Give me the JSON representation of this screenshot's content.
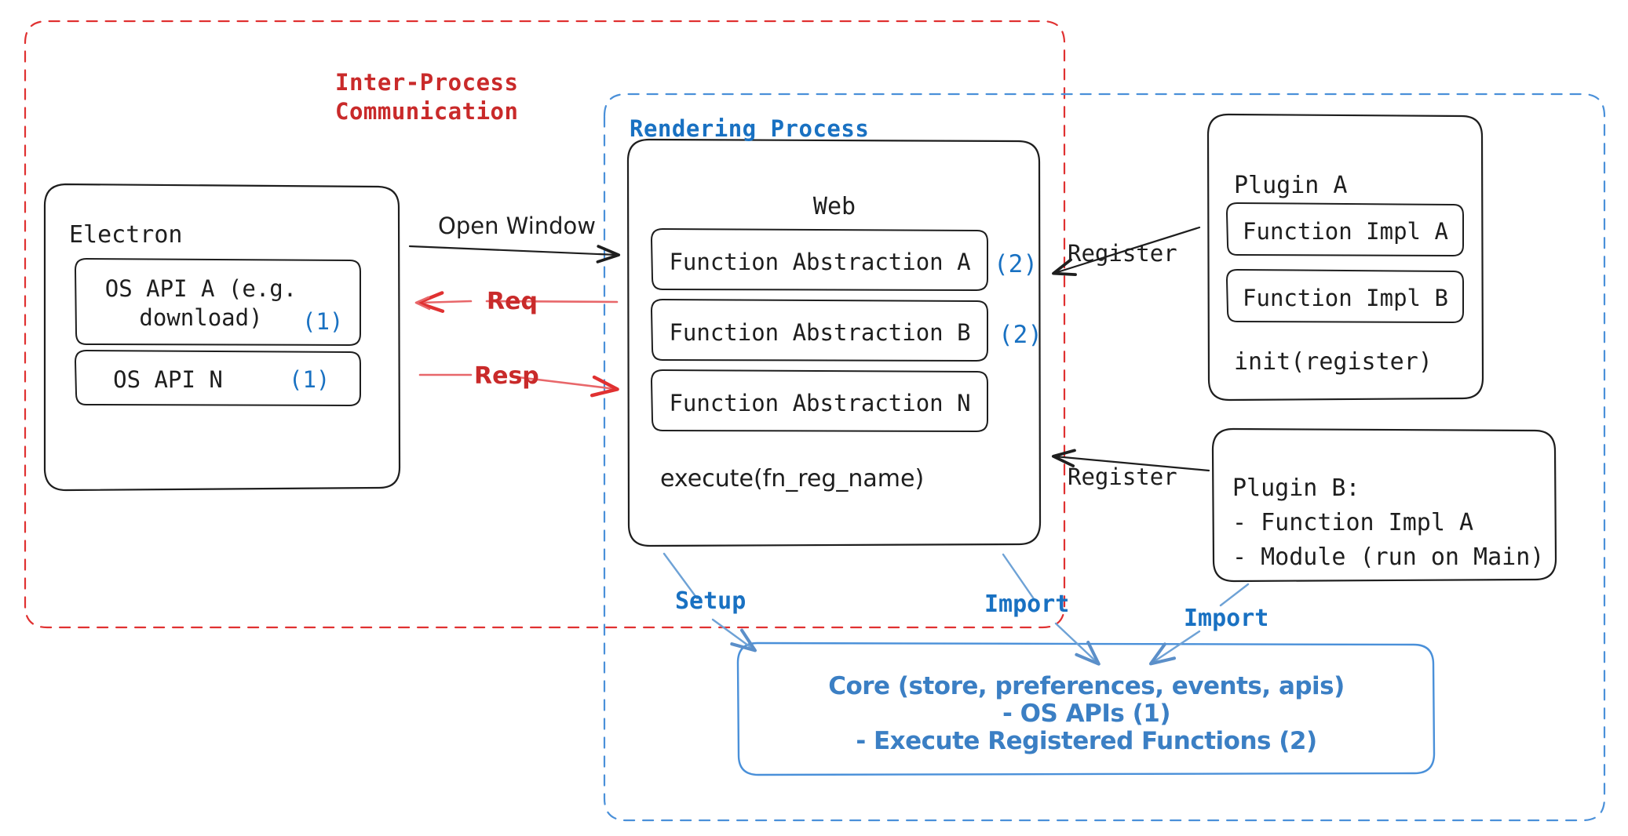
{
  "diagram": {
    "title_ipc": "Inter-Process\nCommunication",
    "title_rendering": "Rendering Process",
    "colors": {
      "ipc_red": "#c92a2a",
      "rendering_blue": "#1971c2",
      "core_blue": "#3b7fc4",
      "ink": "#1e1e1e"
    },
    "electron": {
      "title": "Electron",
      "items": [
        {
          "label": "OS API A (e.g.\ndownload)",
          "marker": "(1)"
        },
        {
          "label": "OS API N",
          "marker": "(1)"
        }
      ]
    },
    "web": {
      "title": "Web",
      "items": [
        {
          "label": "Function Abstraction A",
          "marker": "(2)"
        },
        {
          "label": "Function Abstraction B",
          "marker": "(2)"
        },
        {
          "label": "Function Abstraction N",
          "marker": ""
        }
      ],
      "footer": "execute(fn_reg_name)"
    },
    "plugin_a": {
      "title": "Plugin A",
      "items": [
        "Function Impl A",
        "Function Impl B"
      ],
      "footer": "init(register)"
    },
    "plugin_b": {
      "lines": [
        "Plugin B:",
        "- Function Impl A",
        "- Module (run on Main)"
      ]
    },
    "core": {
      "lines": [
        "Core (store, preferences, events, apis)",
        "- OS APIs (1)",
        "- Execute Registered Functions (2)"
      ]
    },
    "arrows": {
      "open_window": "Open Window",
      "req": "Req",
      "resp": "Resp",
      "register_top": "Register",
      "register_bottom": "Register",
      "setup": "Setup",
      "import_left": "Import",
      "import_right": "Import"
    }
  }
}
